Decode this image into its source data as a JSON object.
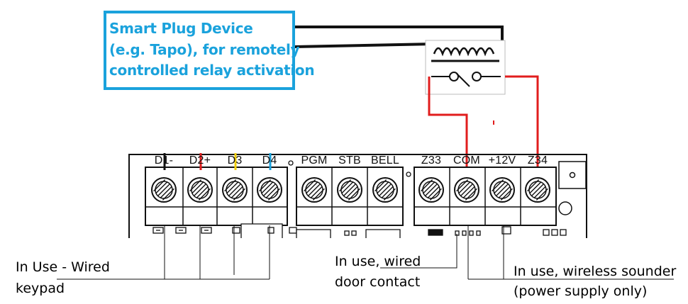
{
  "smart_plug": {
    "lines": [
      "Smart Plug Device",
      "(e.g. Tapo), for remotely",
      "controlled relay activation"
    ]
  },
  "terminals": [
    {
      "label": "D1-",
      "wire_color": "#111111"
    },
    {
      "label": "D2+",
      "wire_color": "#e11d1d"
    },
    {
      "label": "D3",
      "wire_color": "#f2cf0a"
    },
    {
      "label": "D4",
      "wire_color": "#1aa2dc"
    },
    {
      "label": "PGM"
    },
    {
      "label": "STB"
    },
    {
      "label": "BELL"
    },
    {
      "label": "Z33"
    },
    {
      "label": "COM"
    },
    {
      "label": "+12V"
    },
    {
      "label": "Z34"
    }
  ],
  "callouts": {
    "keypad": {
      "line1": "In Use - Wired",
      "line2": "keypad"
    },
    "door": {
      "line1": "In use, wired",
      "line2": "door contact"
    },
    "sounder": {
      "line1": "In use, wireless sounder",
      "line2": "(power supply only)"
    }
  },
  "colors": {
    "accent": "#1aa2dc",
    "relay_wire": "#e11d1d",
    "signal_wire": "#111111"
  }
}
